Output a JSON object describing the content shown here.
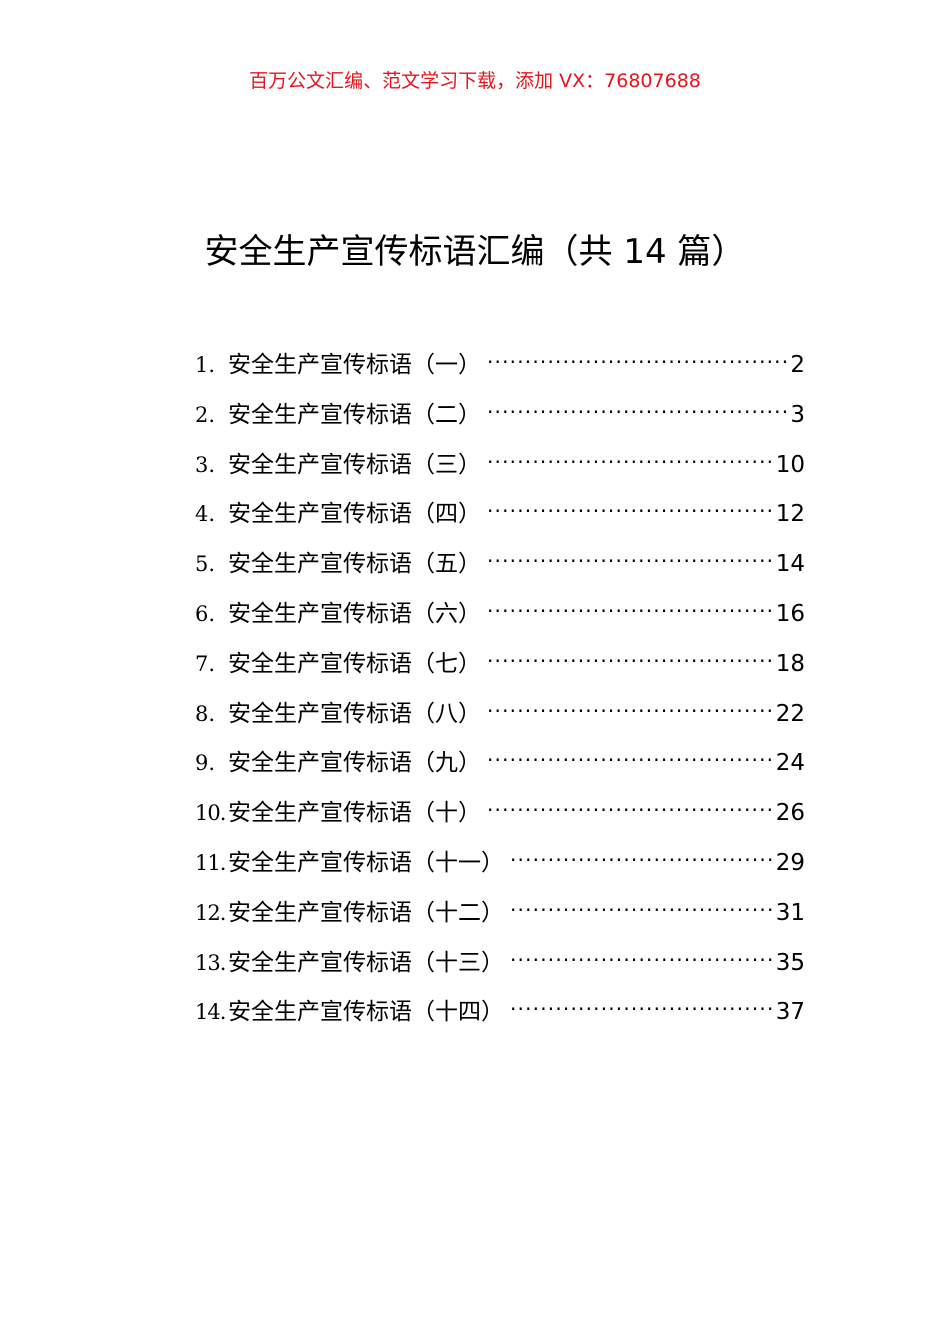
{
  "header_note": "百万公文汇编、范文学习下载，添加 VX：76807688",
  "document": {
    "title": "安全生产宣传标语汇编（共 14 篇）"
  },
  "toc": {
    "entries": [
      {
        "number": "1.",
        "label": "安全生产宣传标语（一）",
        "page": "2"
      },
      {
        "number": "2.",
        "label": "安全生产宣传标语（二）",
        "page": "3"
      },
      {
        "number": "3.",
        "label": "安全生产宣传标语（三）",
        "page": "10"
      },
      {
        "number": "4.",
        "label": "安全生产宣传标语（四）",
        "page": "12"
      },
      {
        "number": "5.",
        "label": "安全生产宣传标语（五）",
        "page": "14"
      },
      {
        "number": "6.",
        "label": "安全生产宣传标语（六）",
        "page": "16"
      },
      {
        "number": "7.",
        "label": "安全生产宣传标语（七）",
        "page": "18"
      },
      {
        "number": "8.",
        "label": "安全生产宣传标语（八）",
        "page": "22"
      },
      {
        "number": "9.",
        "label": "安全生产宣传标语（九）",
        "page": "24"
      },
      {
        "number": "10.",
        "label": "安全生产宣传标语（十）",
        "page": "26"
      },
      {
        "number": "11.",
        "label": "安全生产宣传标语（十一）",
        "page": "29"
      },
      {
        "number": "12.",
        "label": "安全生产宣传标语（十二）",
        "page": "31"
      },
      {
        "number": "13.",
        "label": "安全生产宣传标语（十三）",
        "page": "35"
      },
      {
        "number": "14.",
        "label": "安全生产宣传标语（十四）",
        "page": "37"
      }
    ]
  },
  "colors": {
    "header_note": "#e8141b",
    "body_text": "#000000",
    "page_background": "#ffffff"
  }
}
